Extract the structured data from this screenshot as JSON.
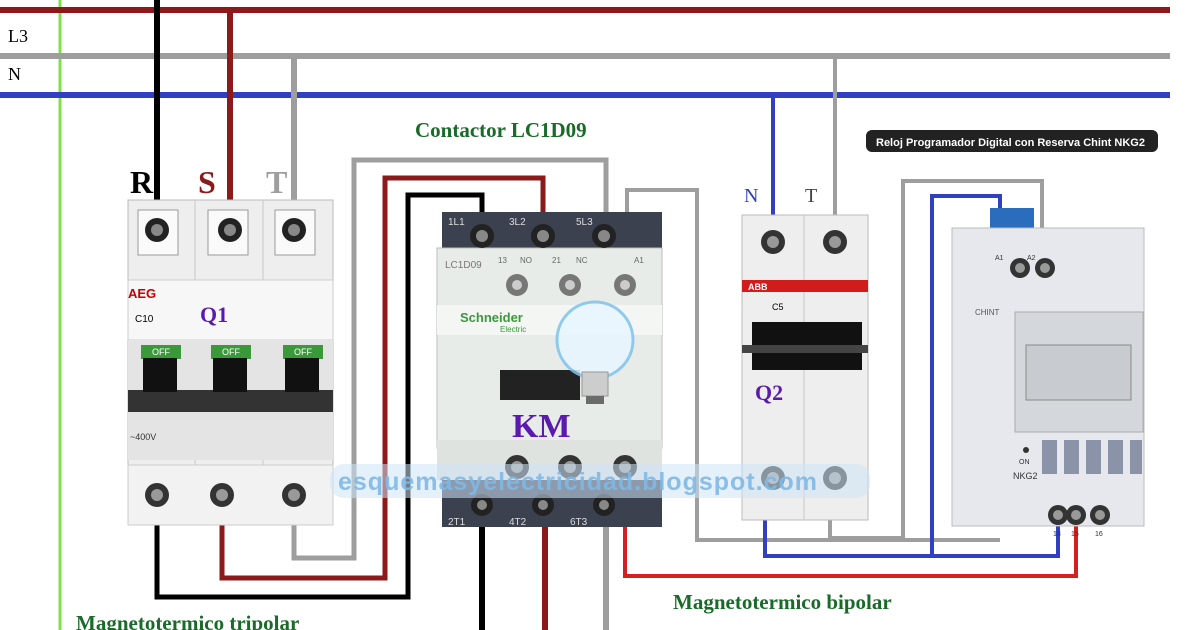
{
  "bus_labels": {
    "l3": "L3",
    "n": "N"
  },
  "breaker3": {
    "title": "Magnetotermico tripolar",
    "phases": [
      "R",
      "S",
      "T"
    ],
    "ref": "Q1",
    "brand": "AEG",
    "model": "C10",
    "off_label": "OFF",
    "voltage": "~400V"
  },
  "contactor": {
    "title": "Contactor LC1D09",
    "ref": "KM",
    "brand": "Schneider",
    "brand_sub": "Electric",
    "model": "LC1D09",
    "top_terminals": [
      "1L1",
      "3L2",
      "5L3"
    ],
    "bottom_terminals": [
      "2T1",
      "4T2",
      "6T3"
    ],
    "aux_labels": [
      "13",
      "NO",
      "21",
      "NC",
      "A1"
    ]
  },
  "breaker2": {
    "title": "Magnetotermico bipolar",
    "phases": [
      "N",
      "T"
    ],
    "ref": "Q2",
    "brand": "ABB",
    "model": "C5"
  },
  "timer": {
    "title": "Reloj Programador Digital con Reserva Chint NKG2",
    "model": "NKG2",
    "brand": "CHINT",
    "top_terminals": [
      "A1",
      "A2"
    ],
    "bottom_terminals": [
      "18",
      "15",
      "16"
    ],
    "on_label": "ON"
  },
  "watermark": "esquemasyelectricidad.blogspot.com",
  "colors": {
    "phase_r": "#000000",
    "phase_s": "#8b1a1a",
    "phase_t": "#9e9e9e",
    "neutral": "#3140c0",
    "ground": "#7fe04a",
    "label_green": "#1a6a2a",
    "ref_purple": "#5a1ab0",
    "red_wire": "#d42020"
  }
}
